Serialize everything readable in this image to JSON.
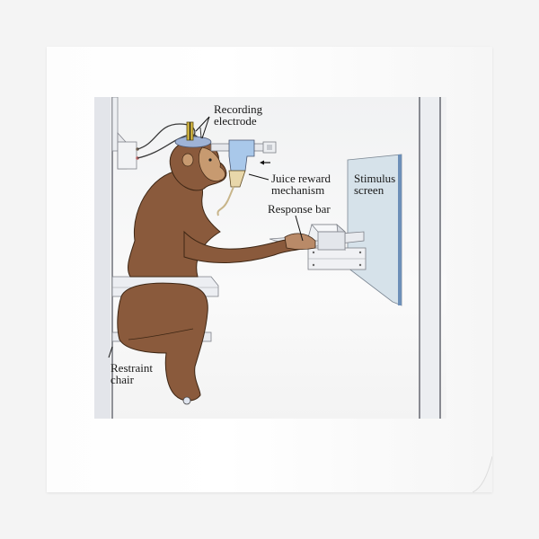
{
  "figure": {
    "title": "",
    "labels": {
      "recording_electrode": [
        "Recording",
        "electrode"
      ],
      "juice_reward": [
        "Juice reward",
        "mechanism"
      ],
      "stimulus_screen": [
        "Stimulus",
        "screen"
      ],
      "response_bar": "Response bar",
      "restraint_chair": [
        "Restraint",
        "chair"
      ]
    },
    "colors": {
      "background": "#f4f4f4",
      "poster": "#ffffff",
      "monkey_fur": "#8a5a3c",
      "monkey_fur_dark": "#5e3a22",
      "monkey_face": "#c79a70",
      "metal": "#e6e8ec",
      "metal_edge": "#7d8088",
      "screen_fill": "#d6e2ea",
      "screen_edge": "#6d8fb8",
      "juice_glass": "#a9c8ea",
      "electrode": "#c9a93a"
    }
  }
}
